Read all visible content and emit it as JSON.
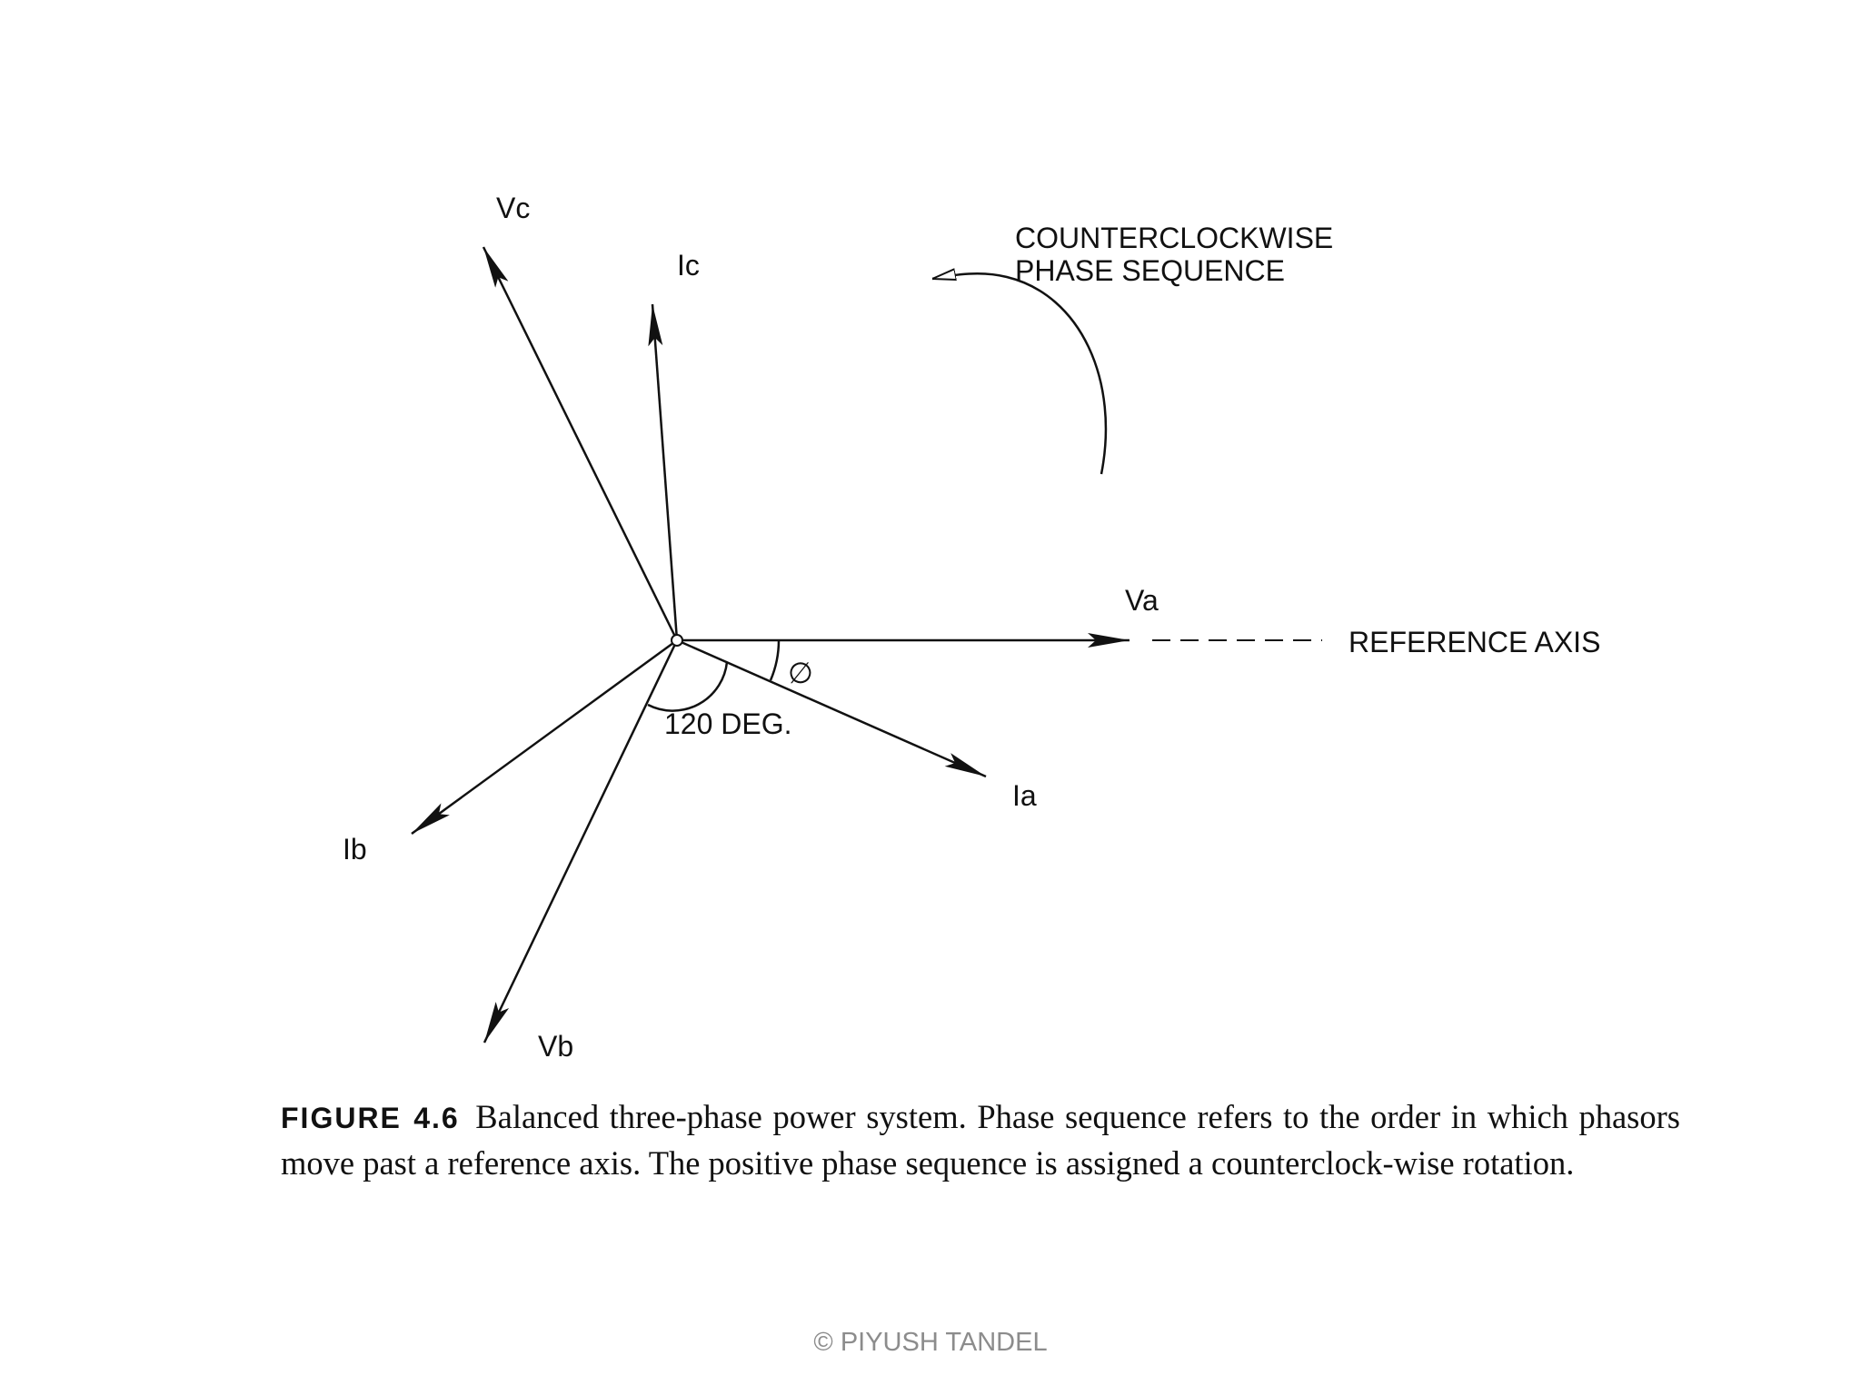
{
  "diagram": {
    "labels": {
      "vc": "Vc",
      "ic": "Ic",
      "va": "Va",
      "ia": "Ia",
      "ib": "Ib",
      "vb": "Vb",
      "reference_axis": "REFERENCE AXIS",
      "sequence_line1": "COUNTERCLOCKWISE",
      "sequence_line2": "PHASE SEQUENCE",
      "angle_120": "120 DEG.",
      "phi": "∅"
    }
  },
  "caption": {
    "figure_label": "FIGURE 4.6",
    "text": "Balanced three-phase power system. Phase sequence refers to the order in which phasors move past a reference axis. The positive phase sequence is assigned a counterclock-wise rotation."
  },
  "footer": {
    "copyright": "© PIYUSH TANDEL"
  },
  "colors": {
    "ink": "#111111",
    "footer_text": "#8c8c8c"
  }
}
